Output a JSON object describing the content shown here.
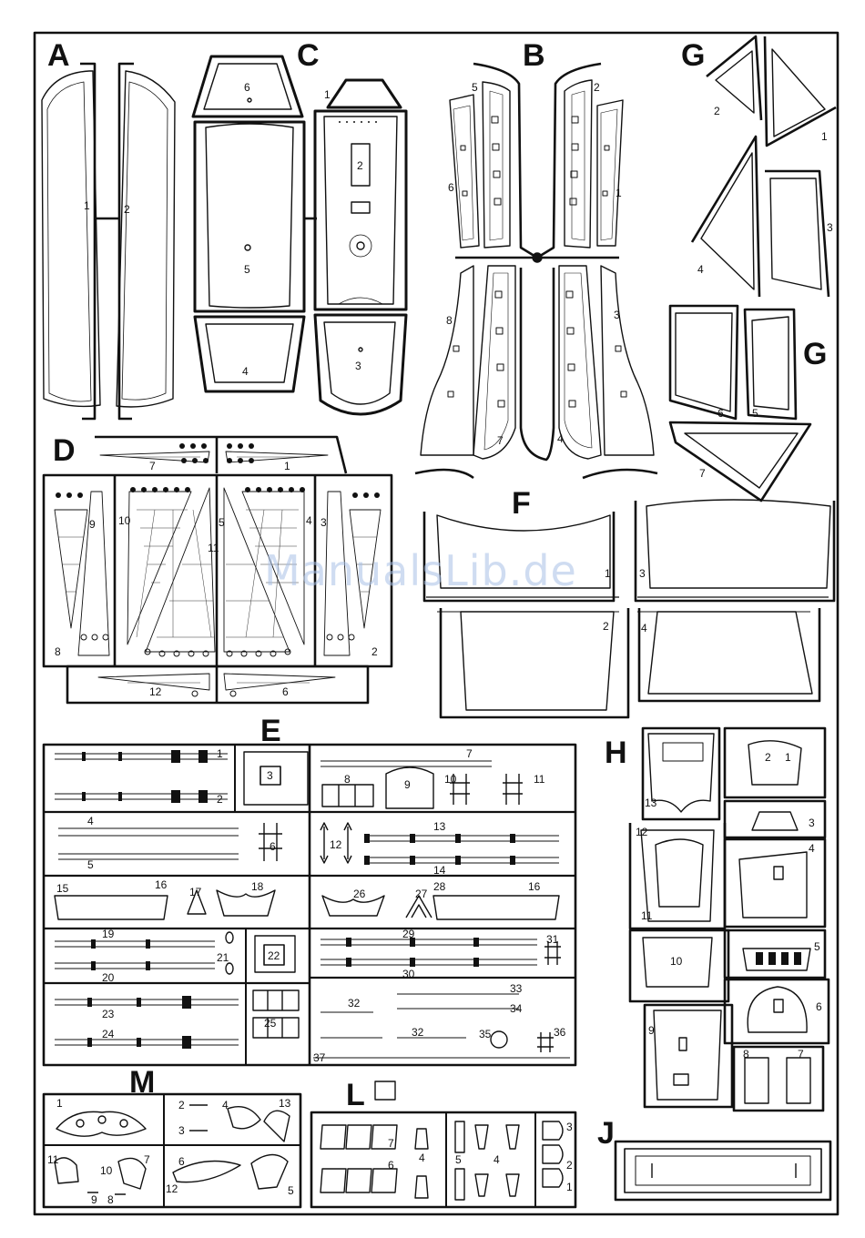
{
  "watermark": "ManualsLib.de",
  "groups": {
    "A": {
      "letter": "A",
      "parts": [
        "1",
        "2"
      ]
    },
    "B": {
      "letter": "B",
      "parts": [
        "5",
        "2",
        "6",
        "1",
        "8",
        "3",
        "7",
        "4"
      ]
    },
    "C": {
      "letter": "C",
      "parts": [
        "6",
        "5",
        "1",
        "2",
        "4",
        "3"
      ]
    },
    "D": {
      "letter": "D",
      "parts": [
        "7",
        "1",
        "9",
        "10",
        "5",
        "11",
        "4",
        "3",
        "8",
        "2",
        "12",
        "6"
      ]
    },
    "E": {
      "letter": "E",
      "parts": [
        "1",
        "2",
        "3",
        "7",
        "8",
        "9",
        "10",
        "11",
        "4",
        "5",
        "6",
        "12",
        "13",
        "14",
        "15",
        "16",
        "17",
        "18",
        "26",
        "27",
        "28",
        "16",
        "19",
        "20",
        "21",
        "22",
        "29",
        "30",
        "31",
        "23",
        "24",
        "25",
        "32",
        "33",
        "34",
        "32",
        "35",
        "36",
        "37"
      ]
    },
    "F": {
      "letter": "F",
      "parts": [
        "1",
        "2",
        "3",
        "4"
      ]
    },
    "G": {
      "letter": "G",
      "parts": [
        "2",
        "1",
        "4",
        "3",
        "6",
        "5",
        "7"
      ]
    },
    "G2": {
      "letter": "G"
    },
    "H": {
      "letter": "H",
      "parts": [
        "13",
        "2",
        "1",
        "3",
        "12",
        "4",
        "11",
        "10",
        "5",
        "6",
        "9",
        "8",
        "7"
      ]
    },
    "J": {
      "letter": "J"
    },
    "L": {
      "letter": "L",
      "parts": [
        "7",
        "6",
        "4",
        "5",
        "4",
        "3",
        "2",
        "1"
      ]
    },
    "M": {
      "letter": "M",
      "parts": [
        "1",
        "2",
        "4",
        "13",
        "3",
        "11",
        "10",
        "7",
        "9",
        "8",
        "6",
        "12",
        "5"
      ]
    }
  }
}
